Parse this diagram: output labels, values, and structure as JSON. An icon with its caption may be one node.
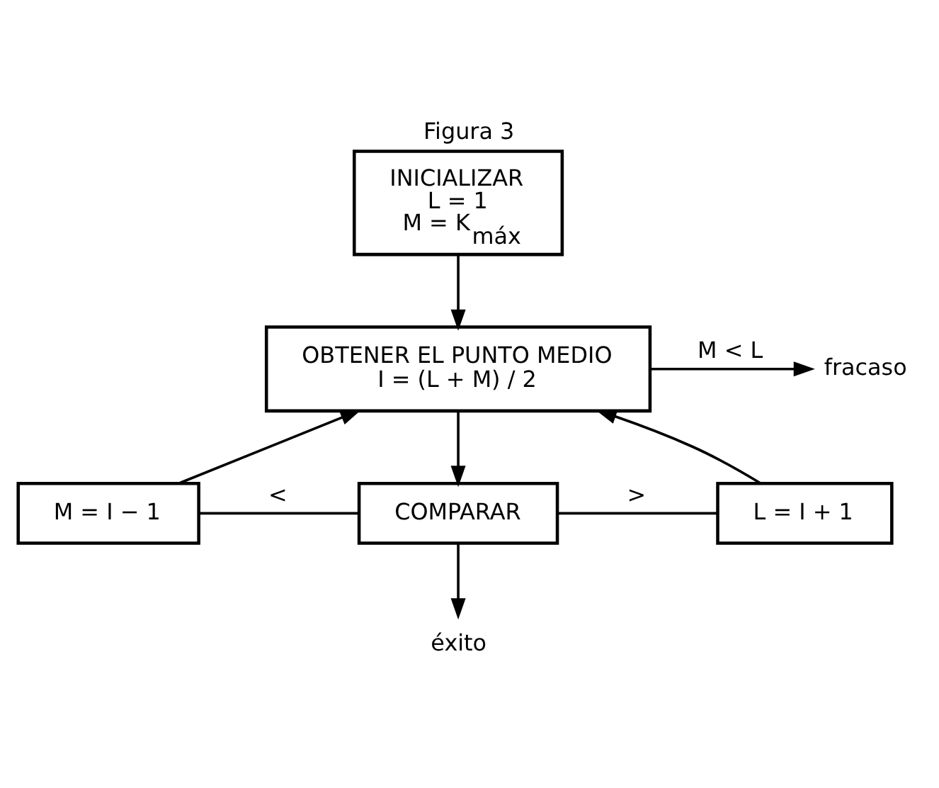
{
  "diagram": {
    "title": "Figura 3",
    "nodes": [
      {
        "text": [
          "INICIALIZAR",
          "L = 1",
          "M = K$_{máx}$"
        ]
      },
      {
        "text": [
          "OBTENER EL PUNTO MEDIO",
          "I = (L + M) / 2"
        ]
      },
      {
        "text": [
          "COMPARAR"
        ]
      },
      {
        "text": [
          "M = I − 1"
        ]
      },
      {
        "text": [
          "L = I + 1"
        ]
      },
      {
        "text": [
          "fracaso"
        ]
      },
      {
        "text": [
          "éxito"
        ]
      }
    ],
    "edges": [
      {
        "from": 0,
        "to": 1,
        "arrow": "to"
      },
      {
        "from": 1,
        "to": 2,
        "arrow": "to"
      },
      {
        "from": 2,
        "to": 3,
        "arrow": "none",
        "label": "<"
      },
      {
        "from": 2,
        "to": 4,
        "arrow": "none",
        "label": ">"
      },
      {
        "from": 3,
        "to": 1,
        "arrow": "to"
      },
      {
        "from": 4,
        "to": 1,
        "arrow": "to"
      },
      {
        "from": 1,
        "to": 5,
        "arrow": "to",
        "label": "M < L"
      },
      {
        "from": 2,
        "to": 6,
        "arrow": "to"
      }
    ]
  }
}
